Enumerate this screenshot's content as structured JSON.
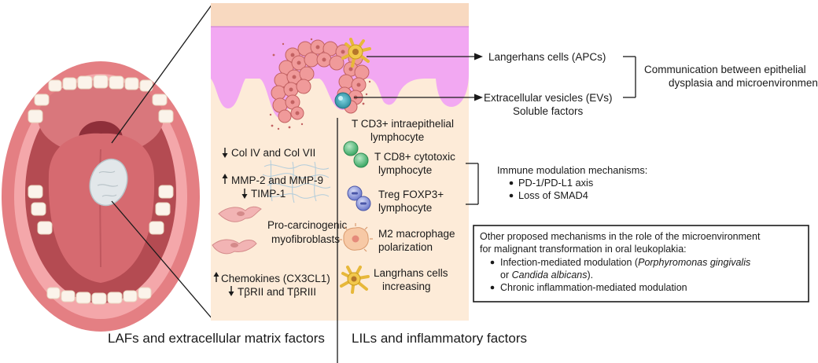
{
  "colors": {
    "mucosa": "#e9a3a5",
    "lip": "#e47f83",
    "tongue": "#d66a70",
    "epithelium": "#f2a8f2",
    "stroma": "#fdebd8",
    "lesion": "#cfd8dc"
  },
  "icons": [
    "mouth-illustration",
    "leukoplakia-lesion-icon",
    "langerhans-cell-icon",
    "extracellular-vesicle-icon",
    "tumor-cluster-icon",
    "collagen-fiber-icon",
    "myofibroblast-icon",
    "cd8-lymphocyte-icon",
    "treg-lymphocyte-icon",
    "m2-macrophage-icon",
    "langerhans-cell-small-icon"
  ],
  "epithelium_labels": {
    "langerhans": "Langerhans cells (APCs)",
    "ev": "Extracellular vesicles (EVs)",
    "soluble": "Soluble factors",
    "communication_line1": "Communication between epithelial",
    "communication_line2": "dysplasia and microenvironment"
  },
  "laf_factors": {
    "col_line": "Col IV and Col VII",
    "mmp_line": "MMP-2 and MMP-9",
    "timp_line": "TIMP-1",
    "myofib_line1": "Pro-carcinogenic",
    "myofib_line2": "myofibroblasts",
    "chemo_line": "Chemokines (CX3CL1)",
    "tgf_line": "TβRII and TβRIII"
  },
  "lil_factors": {
    "cd3_line1": "T CD3+ intraepithelial",
    "cd3_line2": "lymphocyte",
    "cd8_line1": "T CD8+ cytotoxic",
    "cd8_line2": "lymphocyte",
    "treg_line1": "Treg FOXP3+",
    "treg_line2": "lymphocyte",
    "m2_line1": "M2 macrophage",
    "m2_line2": "polarization",
    "lc_line1": "Langrhans cells",
    "lc_line2": "increasing"
  },
  "immune": {
    "title": "Immune modulation mechanisms:",
    "items": [
      "PD-1/PD-L1 axis",
      "Loss of SMAD4"
    ]
  },
  "other_box": {
    "line1": "Other proposed mechanisms in the role of the microenvironment",
    "line2": "for malignant transformation  in oral leukoplakia:",
    "item1_prefix": "Infection-mediated modulation (",
    "item1_species1": "Porphyromonas gingivalis",
    "item1_or": "or ",
    "item1_species2": "Candida albicans",
    "item1_suffix": ").",
    "item2": "Chronic inflammation-mediated modulation"
  },
  "captions": {
    "left": "LAFs and extracellular matrix factors",
    "right": "LILs and inflammatory factors"
  }
}
